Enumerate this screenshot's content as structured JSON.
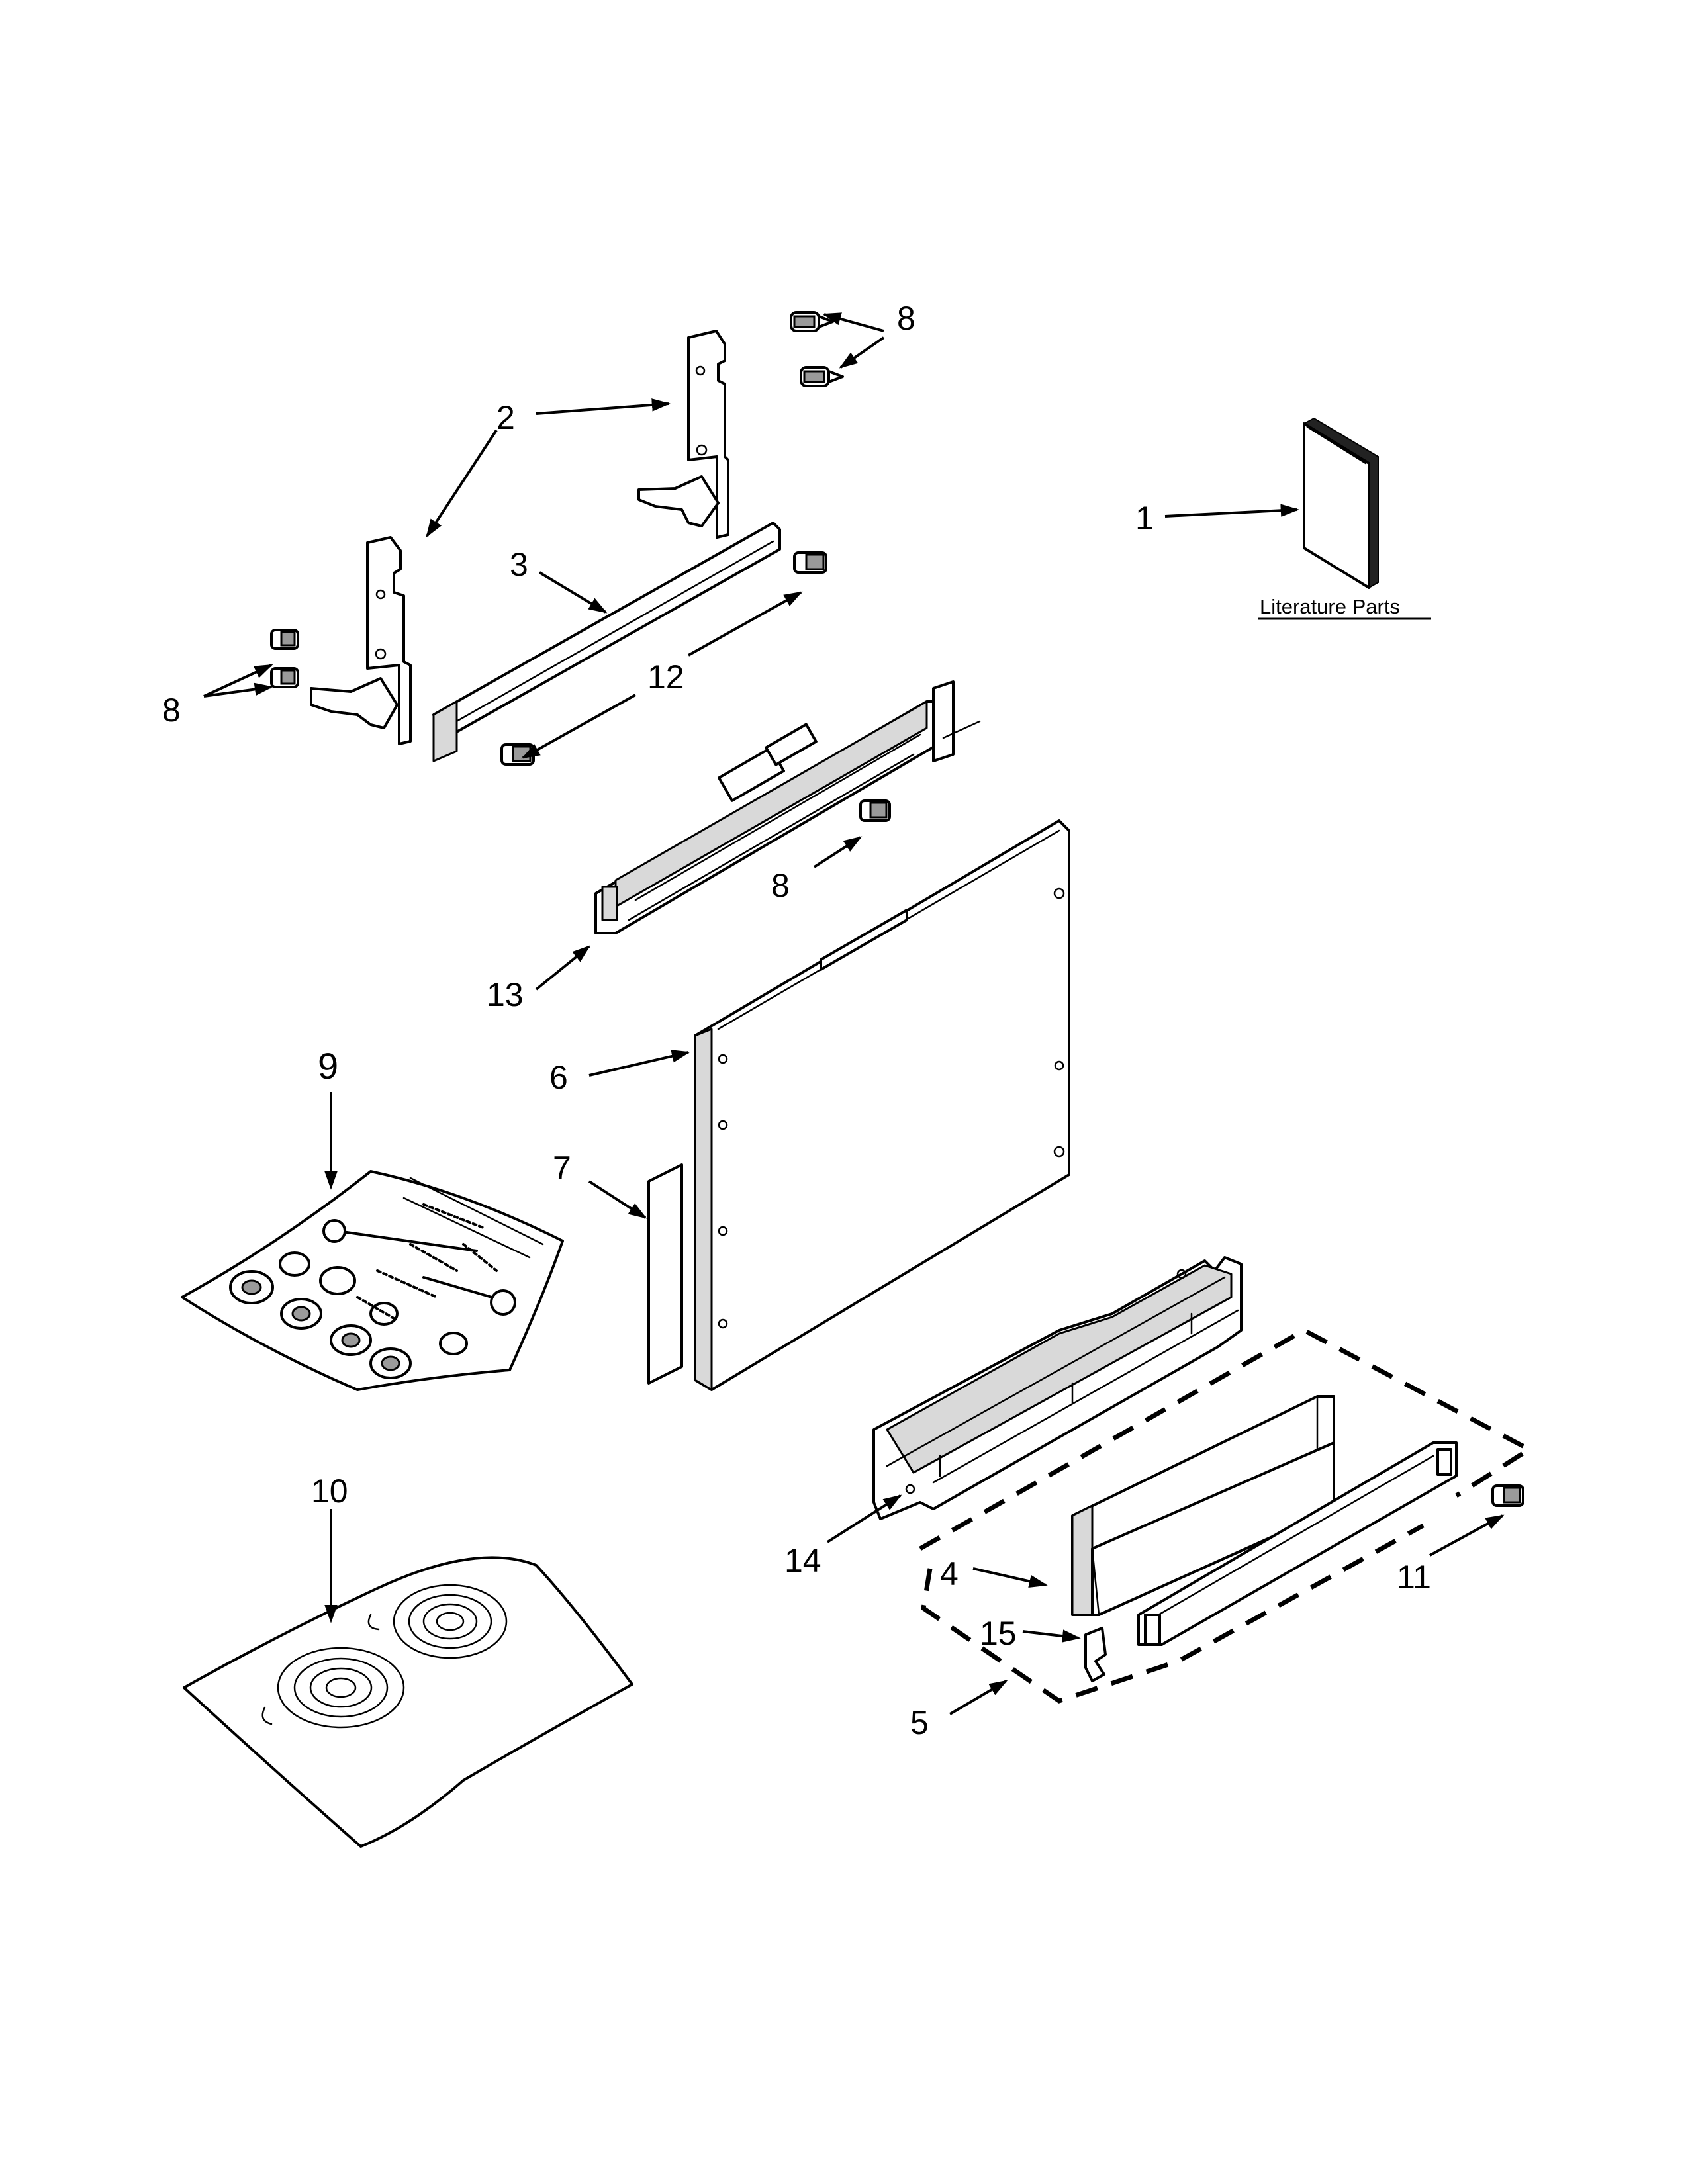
{
  "callouts": {
    "c1": "1",
    "c2": "2",
    "c3": "3",
    "c4": "4",
    "c5": "5",
    "c6": "6",
    "c7": "7",
    "c8": "8",
    "c9": "9",
    "c10": "10",
    "c11": "11",
    "c12": "12",
    "c13": "13",
    "c14": "14",
    "c15": "15"
  },
  "literature_label": "Literature Parts",
  "colors": {
    "line": "#000000",
    "background": "#ffffff",
    "shade": "#d9d9d9"
  }
}
